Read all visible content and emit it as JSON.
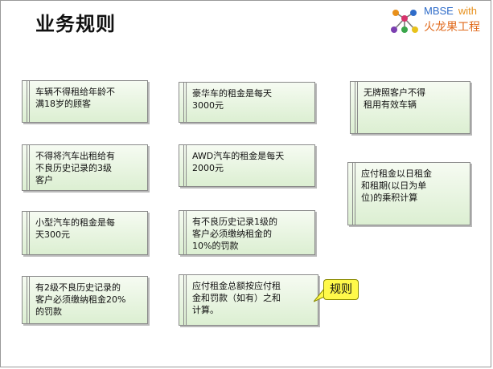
{
  "page": {
    "title": "业务规则"
  },
  "logo": {
    "line1": "MBSE",
    "with": "with",
    "line2": "火龙果工程"
  },
  "rules": [
    {
      "text": "车辆不得租给年龄不\n满18岁的顾客"
    },
    {
      "text": "不得将汽车出租给有\n不良历史记录的3级\n客户"
    },
    {
      "text": "小型汽车的租金是每\n天300元"
    },
    {
      "text": "有2级不良历史记录的\n客户必须缴纳租金20%\n的罚款"
    },
    {
      "text": "豪华车的租金是每天\n3000元"
    },
    {
      "text": "AWD汽车的租金是每天\n2000元"
    },
    {
      "text": "有不良历史记录1级的\n客户必须缴纳租金的\n10%的罚款"
    },
    {
      "text": "应付租金总额按应付租\n金和罚款（如有）之和\n计算。"
    },
    {
      "text": "无牌照客户不得\n租用有效车辆"
    },
    {
      "text": "应付租金以日租金\n和租期(以日为单\n位)的乘积计算"
    }
  ],
  "callout": {
    "text": "规则"
  },
  "colors": {
    "note_top": "#f6fbf2",
    "note_bottom": "#dcefd2",
    "callout": "#fff94a"
  }
}
